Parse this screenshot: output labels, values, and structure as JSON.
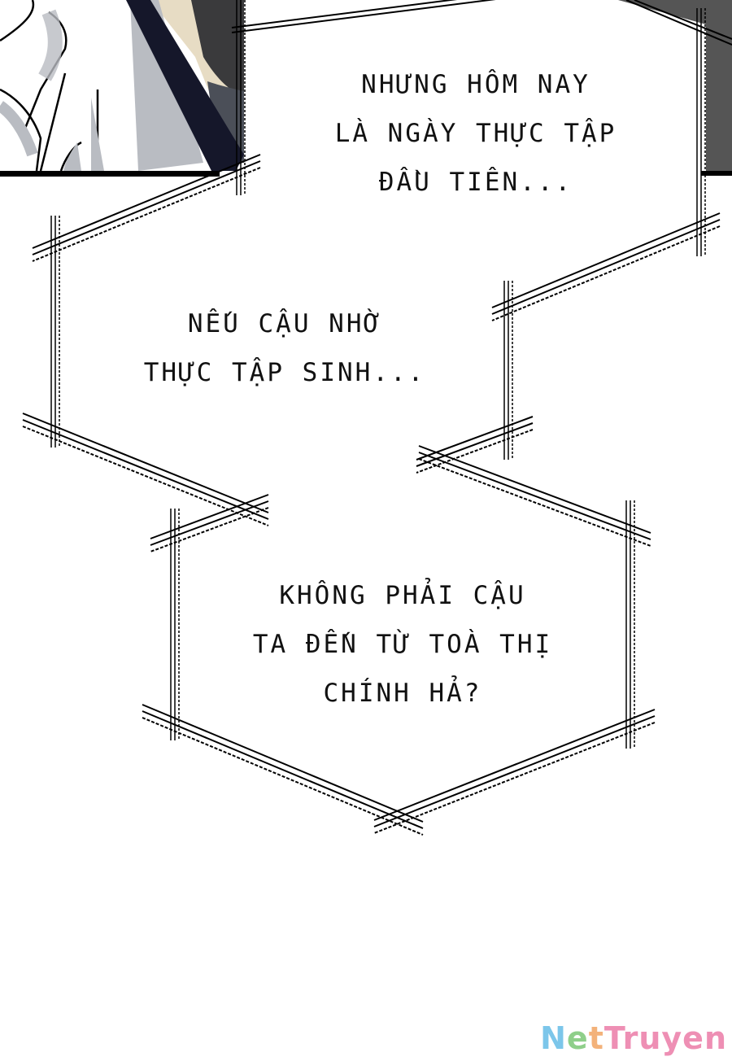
{
  "page": {
    "background": "#ffffff",
    "type": "comic-panel"
  },
  "top_panel": {
    "description": "illustrated character art (white robe, dark sash, beige skin)",
    "colors": {
      "robe": "#ffffff",
      "robe_shadow": "#b9bcc2",
      "sash": "#15172a",
      "skin": "#e7dcc4",
      "dark_right": "#555555",
      "border": "#000000"
    }
  },
  "bubbles": [
    {
      "lines": [
        "NHƯNG HÔM NAY",
        "LÀ NGÀY THỰC TẬP",
        "ĐẦU TIÊN..."
      ]
    },
    {
      "lines": [
        "NẾU CẬU NHỜ",
        "THỰC TẬP SINH..."
      ]
    },
    {
      "lines": [
        "KHÔNG PHẢI CẬU",
        "TA ĐẾN TỪ TOÀ THỊ",
        "CHÍNH HẢ?"
      ]
    }
  ],
  "watermark": {
    "parts": [
      {
        "text": "N",
        "color": "#7cc6ea"
      },
      {
        "text": "e",
        "color": "#8fcf8a"
      },
      {
        "text": "t",
        "color": "#f3b27a"
      },
      {
        "text": "Truyen",
        "color": "#ee8fb4"
      }
    ]
  }
}
